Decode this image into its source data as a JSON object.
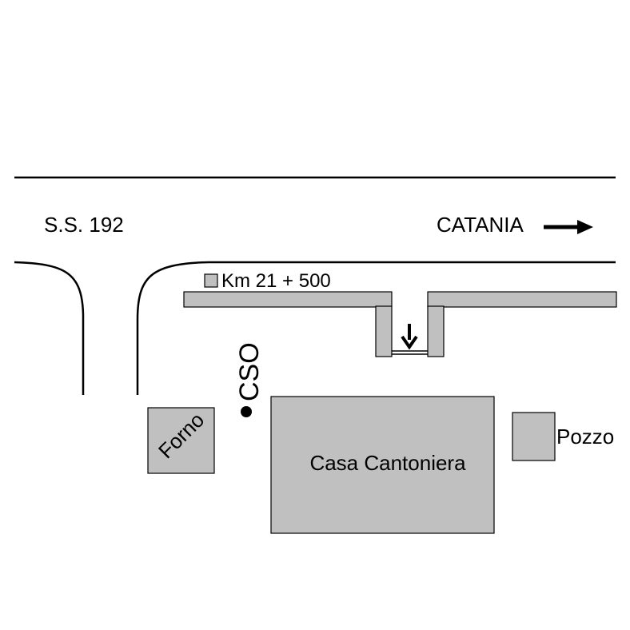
{
  "map": {
    "road_label": "S.S. 192",
    "direction_label": "CATANIA",
    "direction_arrow_icon": "arrow-right-icon",
    "km_marker_label": "Km 21 + 500",
    "cso_label": "CSO",
    "buildings": {
      "forno": "Forno",
      "casa": "Casa Cantoniera",
      "pozzo": "Pozzo"
    },
    "entrance_arrow_icon": "arrow-down-icon",
    "colors": {
      "building_fill": "#c0c0c0",
      "line": "#000000",
      "background": "#ffffff"
    }
  }
}
